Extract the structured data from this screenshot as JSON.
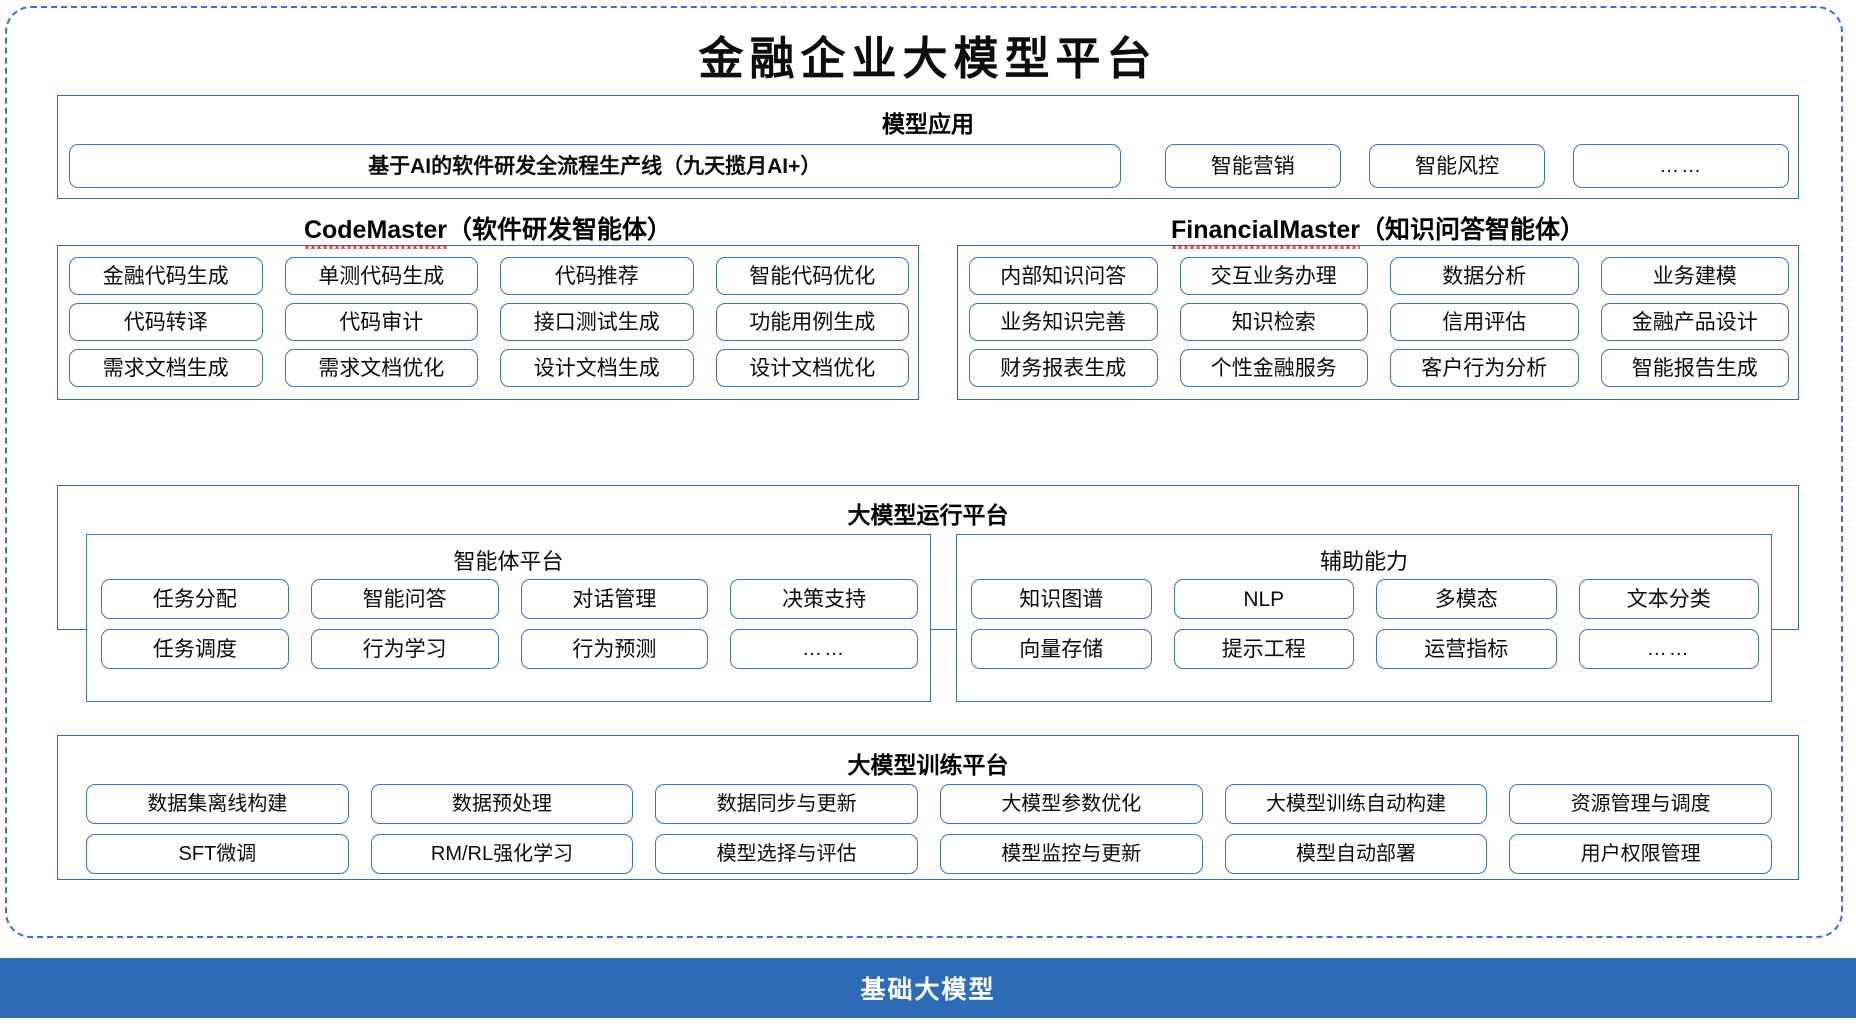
{
  "page": {
    "title": "金融企业大模型平台"
  },
  "applications": {
    "header": "模型应用",
    "pipeline": "基于AI的软件研发全流程生产线（九天揽月AI+）",
    "items": [
      "智能营销",
      "智能风控",
      "……"
    ]
  },
  "agents": [
    {
      "name": "CodeMaster",
      "suffix": "（软件研发智能体）",
      "spellcheck_underline": true,
      "capabilities": [
        "金融代码生成",
        "单测代码生成",
        "代码推荐",
        "智能代码优化",
        "代码转译",
        "代码审计",
        "接口测试生成",
        "功能用例生成",
        "需求文档生成",
        "需求文档优化",
        "设计文档生成",
        "设计文档优化"
      ]
    },
    {
      "name": "FinancialMaster",
      "suffix": "（知识问答智能体）",
      "spellcheck_underline": true,
      "capabilities": [
        "内部知识问答",
        "交互业务办理",
        "数据分析",
        "业务建模",
        "业务知识完善",
        "知识检索",
        "信用评估",
        "金融产品设计",
        "财务报表生成",
        "个性金融服务",
        "客户行为分析",
        "智能报告生成"
      ]
    }
  ],
  "run_platform": {
    "header": "大模型运行平台",
    "panels": [
      {
        "title": "智能体平台",
        "items": [
          "任务分配",
          "智能问答",
          "对话管理",
          "决策支持",
          "任务调度",
          "行为学习",
          "行为预测",
          "……"
        ]
      },
      {
        "title": "辅助能力",
        "items": [
          "知识图谱",
          "NLP",
          "多模态",
          "文本分类",
          "向量存储",
          "提示工程",
          "运营指标",
          "……"
        ]
      }
    ]
  },
  "train_platform": {
    "header": "大模型训练平台",
    "items": [
      "数据集离线构建",
      "数据预处理",
      "数据同步与更新",
      "大模型参数优化",
      "大模型训练自动构建",
      "资源管理与调度",
      "SFT微调",
      "RM/RL强化学习",
      "模型选择与评估",
      "模型监控与更新",
      "模型自动部署",
      "用户权限管理"
    ]
  },
  "base": {
    "label": "基础大模型"
  },
  "colors": {
    "accent_blue": "#2e6cb8",
    "chip_border": "#3a75bd",
    "dashed_frame": "#3a6fd8",
    "spellcheck_red": "#e03030",
    "base_bar_bg": "#2e6cb8",
    "base_bar_text": "#ffffff"
  }
}
